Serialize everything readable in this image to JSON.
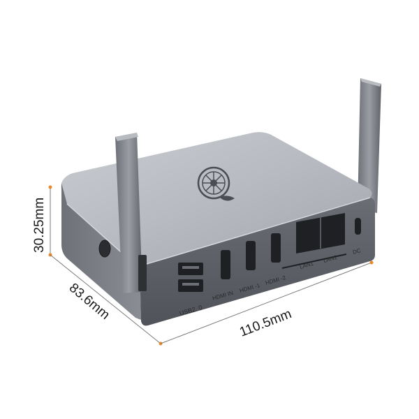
{
  "dimensions": {
    "height": "30.25mm",
    "depth": "83.6mm",
    "width": "110.5mm"
  },
  "ports": {
    "usb": "USB2. 0",
    "hdmi_in": "HDMI IN",
    "hdmi_1": "HDMI -1",
    "hdmi_2": "HDMI -2",
    "lan1": "LAN1",
    "lan2": "LAN2",
    "dc": "DC"
  },
  "colors": {
    "accent": "#e8892a",
    "body_top": "#b9bcc2",
    "body_front": "#5d6067",
    "body_side": "#7c7f86"
  },
  "icons": {
    "logo": "flower-logo-icon"
  }
}
